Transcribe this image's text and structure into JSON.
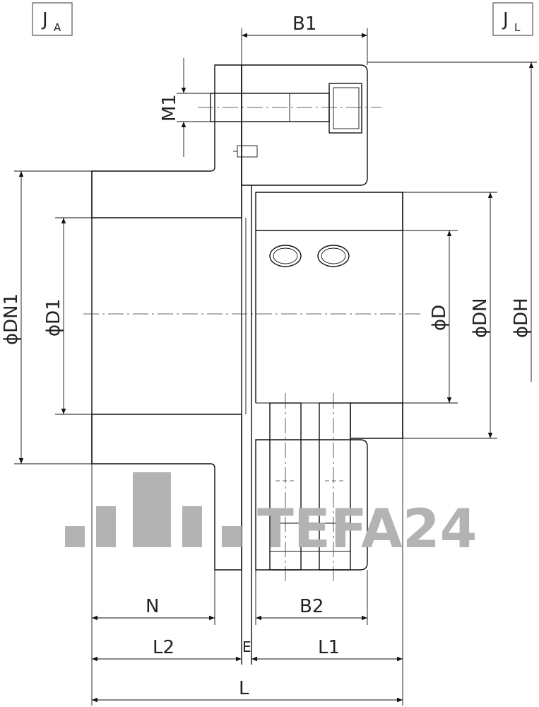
{
  "labels": {
    "ja": "J",
    "ja_sub": "A",
    "jl": "J",
    "jl_sub": "L",
    "b1": "B1",
    "m1": "M1",
    "dn1": "ϕDN1",
    "d1": "ϕD1",
    "d": "ϕD",
    "dn": "ϕDN",
    "dh": "ϕDH",
    "n": "N",
    "b2": "B2",
    "l2": "L2",
    "e": "E",
    "l1": "L1",
    "l": "L"
  },
  "watermark": {
    "text": "TEFA24",
    "color": "#b3b3b3"
  }
}
